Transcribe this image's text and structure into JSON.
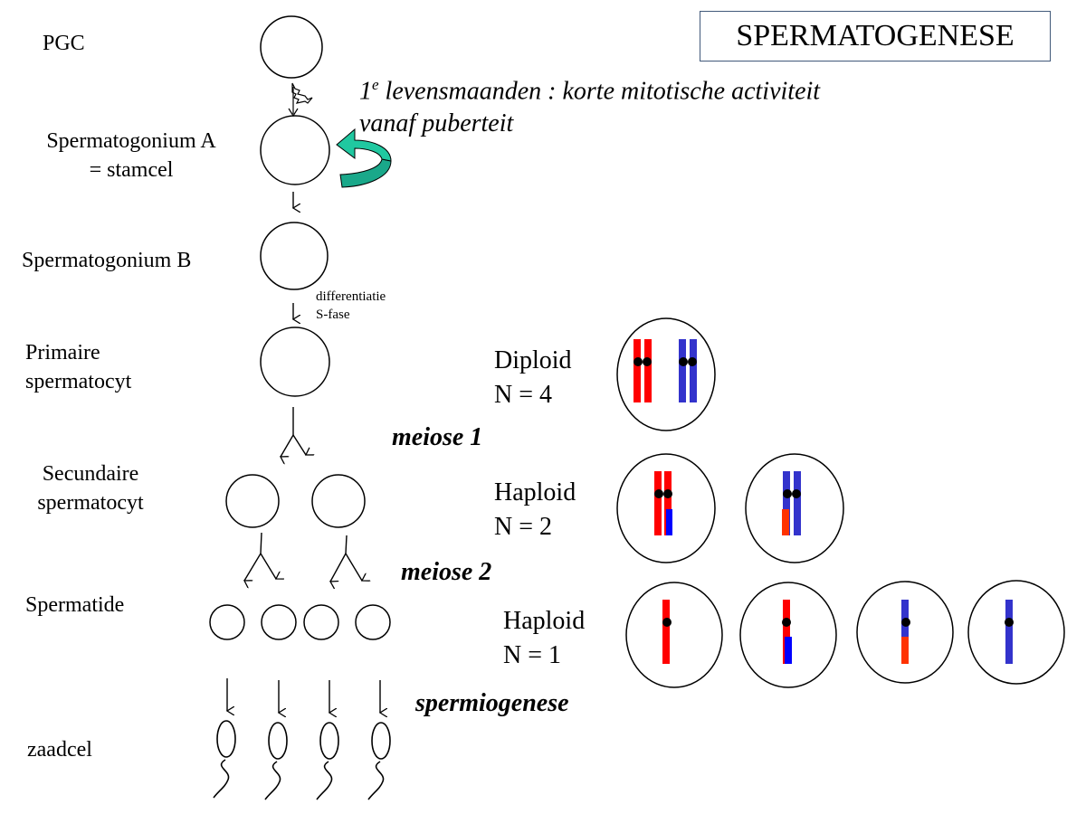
{
  "title": "SPERMATOGENESE",
  "stages": [
    {
      "id": "pgc",
      "label": "PGC"
    },
    {
      "id": "spermatogonium-a",
      "label": "Spermatogonium A",
      "label2": "= stamcel"
    },
    {
      "id": "spermatogonium-b",
      "label": "Spermatogonium B"
    },
    {
      "id": "primaire-spermatocyt",
      "label": "Primaire",
      "label2": "spermatocyt"
    },
    {
      "id": "secundaire-spermatocyt",
      "label": "Secundaire",
      "label2": "spermatocyt"
    },
    {
      "id": "spermatide",
      "label": "Spermatide"
    },
    {
      "id": "zaadcel",
      "label": "zaadcel"
    }
  ],
  "notes": {
    "mitotic_line1_prefix": "1",
    "mitotic_line1_sup": "e",
    "mitotic_line1_rest": " levensmaanden : korte mitotische activiteit",
    "mitotic_line2": "vanaf puberteit",
    "differentiation_line1": "differentiatie",
    "differentiation_line2": "S-fase"
  },
  "phases": {
    "meiose1": "meiose 1",
    "meiose2": "meiose 2",
    "spermiogenese": "spermiogenese"
  },
  "ploidy": [
    {
      "label": "Diploid",
      "n": "N = 4"
    },
    {
      "label": "Haploid",
      "n": "N = 2"
    },
    {
      "label": "Haploid",
      "n": "N = 1"
    }
  ],
  "colors": {
    "paternal_red": "#ff0000",
    "maternal_blue": "#3333cc",
    "crossover_blue": "#0000ff",
    "crossover_orange": "#ff3300",
    "self_renewal_arrow": "#1abc9c",
    "title_border": "#41597a"
  }
}
